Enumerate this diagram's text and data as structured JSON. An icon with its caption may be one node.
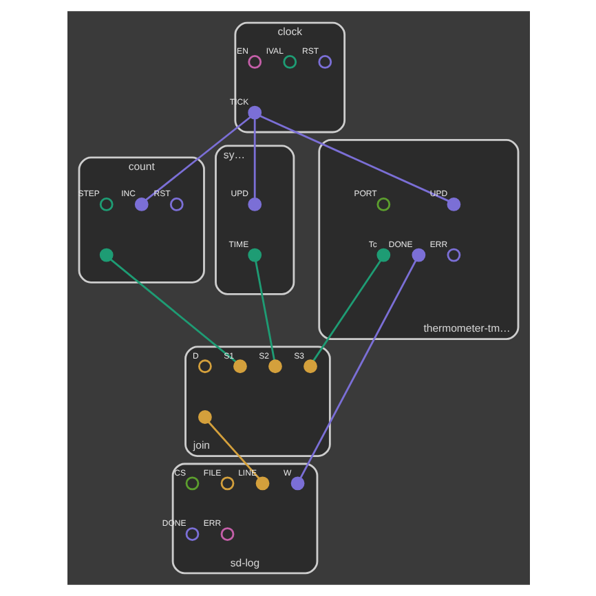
{
  "diagram": {
    "nodes": [
      {
        "text": [
          "clock"
        ]
      },
      {
        "text": [],
        "shape": "circle",
        "beside": [
          "EN"
        ],
        "in": 0
      },
      {
        "text": [],
        "shape": "circle",
        "beside": [
          "IVAL"
        ],
        "in": 0
      },
      {
        "text": [],
        "shape": "circle",
        "beside": [
          "RST"
        ],
        "in": 0
      },
      {
        "text": [],
        "shape": "circle",
        "beside": [
          "TICK"
        ],
        "in": 0
      },
      {
        "text": [
          "count"
        ]
      },
      {
        "text": [],
        "shape": "circle",
        "beside": [
          "STEP"
        ],
        "in": 5
      },
      {
        "text": [],
        "shape": "circle",
        "beside": [
          "INC"
        ],
        "in": 5
      },
      {
        "text": [],
        "shape": "circle",
        "beside": [
          "RST"
        ],
        "in": 5
      },
      {
        "text": [],
        "shape": "circle",
        "in": 5
      },
      {
        "text": [
          "sy…"
        ]
      },
      {
        "text": [],
        "shape": "circle",
        "beside": [
          "UPD"
        ],
        "in": 10
      },
      {
        "text": [],
        "shape": "circle",
        "beside": [
          "TIME"
        ],
        "in": 10
      },
      {
        "text": [
          "thermometer-tm…"
        ]
      },
      {
        "text": [],
        "shape": "circle",
        "beside": [
          "PORT"
        ],
        "in": 13
      },
      {
        "text": [],
        "shape": "circle",
        "beside": [
          "UPD"
        ],
        "in": 13
      },
      {
        "text": [],
        "shape": "circle",
        "beside": [
          "Tc"
        ],
        "in": 13
      },
      {
        "text": [],
        "shape": "circle",
        "beside": [
          "DONE"
        ],
        "in": 13
      },
      {
        "text": [],
        "shape": "circle",
        "beside": [
          "ERR"
        ],
        "in": 13
      },
      {
        "text": [
          "join"
        ]
      },
      {
        "text": [],
        "shape": "circle",
        "beside": [
          "D"
        ],
        "in": 19
      },
      {
        "text": [],
        "shape": "circle",
        "beside": [
          "S1"
        ],
        "in": 19
      },
      {
        "text": [],
        "shape": "circle",
        "beside": [
          "S2"
        ],
        "in": 19
      },
      {
        "text": [],
        "shape": "circle",
        "beside": [
          "S3"
        ],
        "in": 19
      },
      {
        "text": [],
        "shape": "circle",
        "in": 19
      },
      {
        "text": [
          "sd-log"
        ]
      },
      {
        "text": [],
        "shape": "circle",
        "beside": [
          "CS"
        ],
        "in": 25
      },
      {
        "text": [],
        "shape": "circle",
        "beside": [
          "FILE"
        ],
        "in": 25
      },
      {
        "text": [],
        "shape": "circle",
        "beside": [
          "LINE"
        ],
        "in": 25
      },
      {
        "text": [],
        "shape": "circle",
        "beside": [
          "W"
        ],
        "in": 25
      },
      {
        "text": [],
        "shape": "circle",
        "beside": [
          "DONE"
        ],
        "in": 25
      },
      {
        "text": [],
        "shape": "circle",
        "beside": [
          "ERR"
        ],
        "in": 25
      }
    ],
    "edges": [
      {
        "from": 4,
        "to": 7,
        "arrow": "none"
      },
      {
        "from": 4,
        "to": 11,
        "arrow": "none"
      },
      {
        "from": 4,
        "to": 15,
        "arrow": "none"
      },
      {
        "from": 9,
        "to": 21,
        "arrow": "none",
        "color": "#1e9c74"
      },
      {
        "from": 12,
        "to": 22,
        "arrow": "none",
        "color": "#1e9c74"
      },
      {
        "from": 16,
        "to": 23,
        "arrow": "none",
        "color": "#1e9c74"
      },
      {
        "from": 17,
        "to": 29,
        "arrow": "none"
      },
      {
        "from": 24,
        "to": 28,
        "arrow": "none",
        "color": "#d4a03c"
      }
    ]
  }
}
